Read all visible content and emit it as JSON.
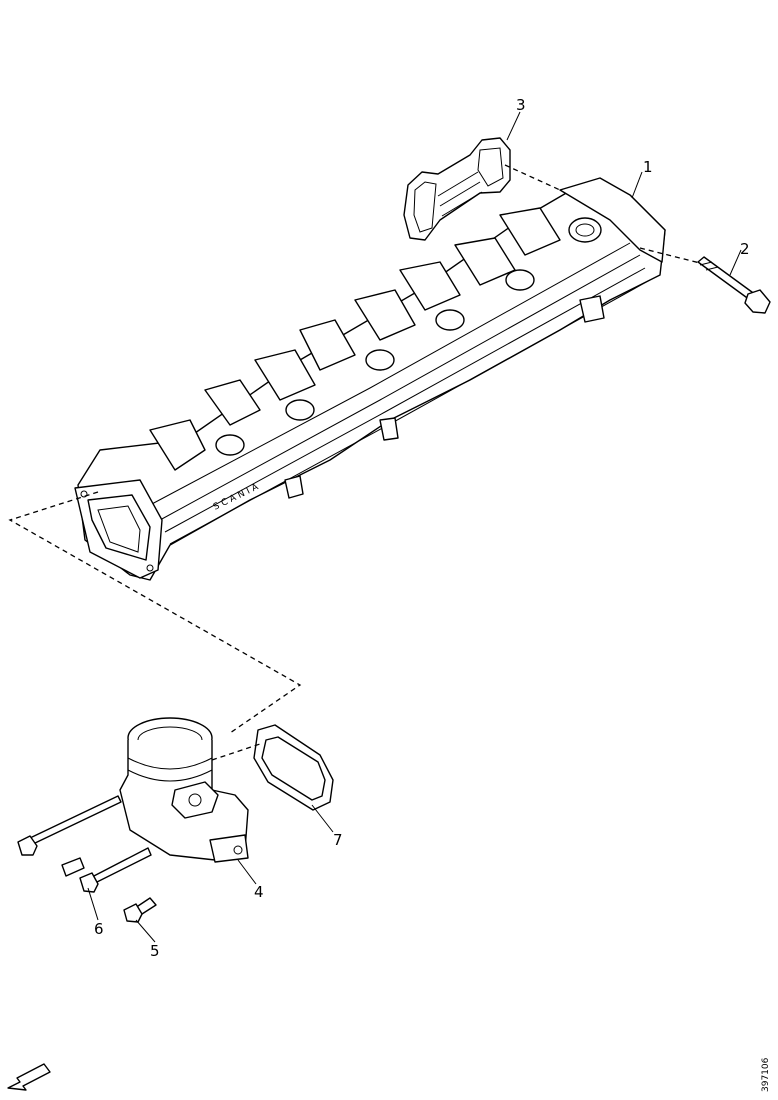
{
  "callouts": [
    {
      "id": "1",
      "label": "1"
    },
    {
      "id": "2",
      "label": "2"
    },
    {
      "id": "3",
      "label": "3"
    },
    {
      "id": "4",
      "label": "4"
    },
    {
      "id": "5",
      "label": "5"
    },
    {
      "id": "6",
      "label": "6"
    },
    {
      "id": "7",
      "label": "7"
    }
  ],
  "manifold_text": "SCANIA",
  "figure_ref": "397106",
  "icons": {
    "direction_arrow": "arrow-down-left-icon"
  }
}
